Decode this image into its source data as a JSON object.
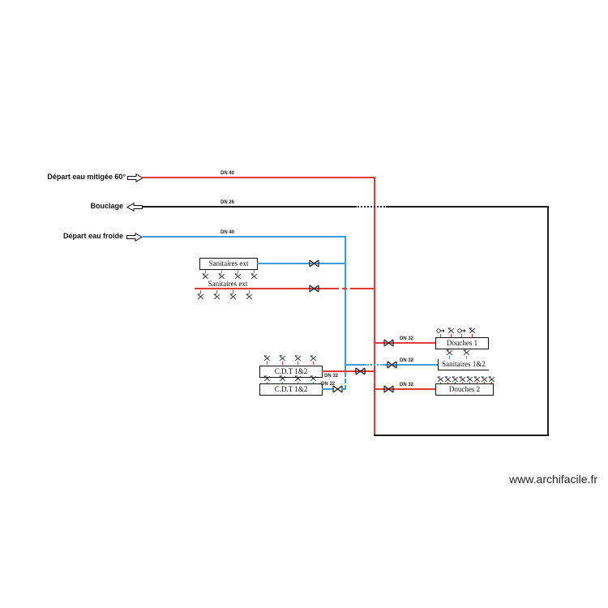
{
  "watermark": "www.archifacile.fr",
  "colors": {
    "hot_water": "#e03a3a",
    "cold_water": "#3d9ddc",
    "loop_line": "#1c1c1c"
  },
  "mains": {
    "hot": {
      "label": "Départ eau mitigée 60°",
      "dn": "DN 40",
      "arrow": "right"
    },
    "loop": {
      "label": "Bouclage",
      "dn": "DN 26",
      "arrow": "left"
    },
    "cold": {
      "label": "Départ eau froide",
      "dn": "DN 40",
      "arrow": "right"
    }
  },
  "branches": {
    "sanitaires_ext_cold": {
      "label": "Sanitaires ext",
      "fixtures": 4
    },
    "sanitaires_ext_hot": {
      "label": "Sanitaires ext",
      "fixtures": 4
    },
    "cdt_hot": {
      "label": "C.D.T 1&2",
      "dn": "DN 32",
      "fixtures": 4
    },
    "cdt_cold": {
      "label": "C.D.T 1&2",
      "dn": "DN 32",
      "fixtures": 4
    },
    "douches_1": {
      "label": "Douches 1",
      "dn": "DN 32",
      "fixtures": 4
    },
    "sanitaires_12": {
      "label": "Sanitaires 1&2",
      "dn": "DN 32",
      "fixtures": 2
    },
    "douches_2": {
      "label": "Douches 2",
      "dn": "DN 32",
      "fixtures": 8
    }
  },
  "icons": {
    "valve": "valve-icon",
    "tap": "tap-icon",
    "shower": "shower-icon",
    "arrow_right": "arrow-right-icon",
    "arrow_left": "arrow-left-icon"
  }
}
